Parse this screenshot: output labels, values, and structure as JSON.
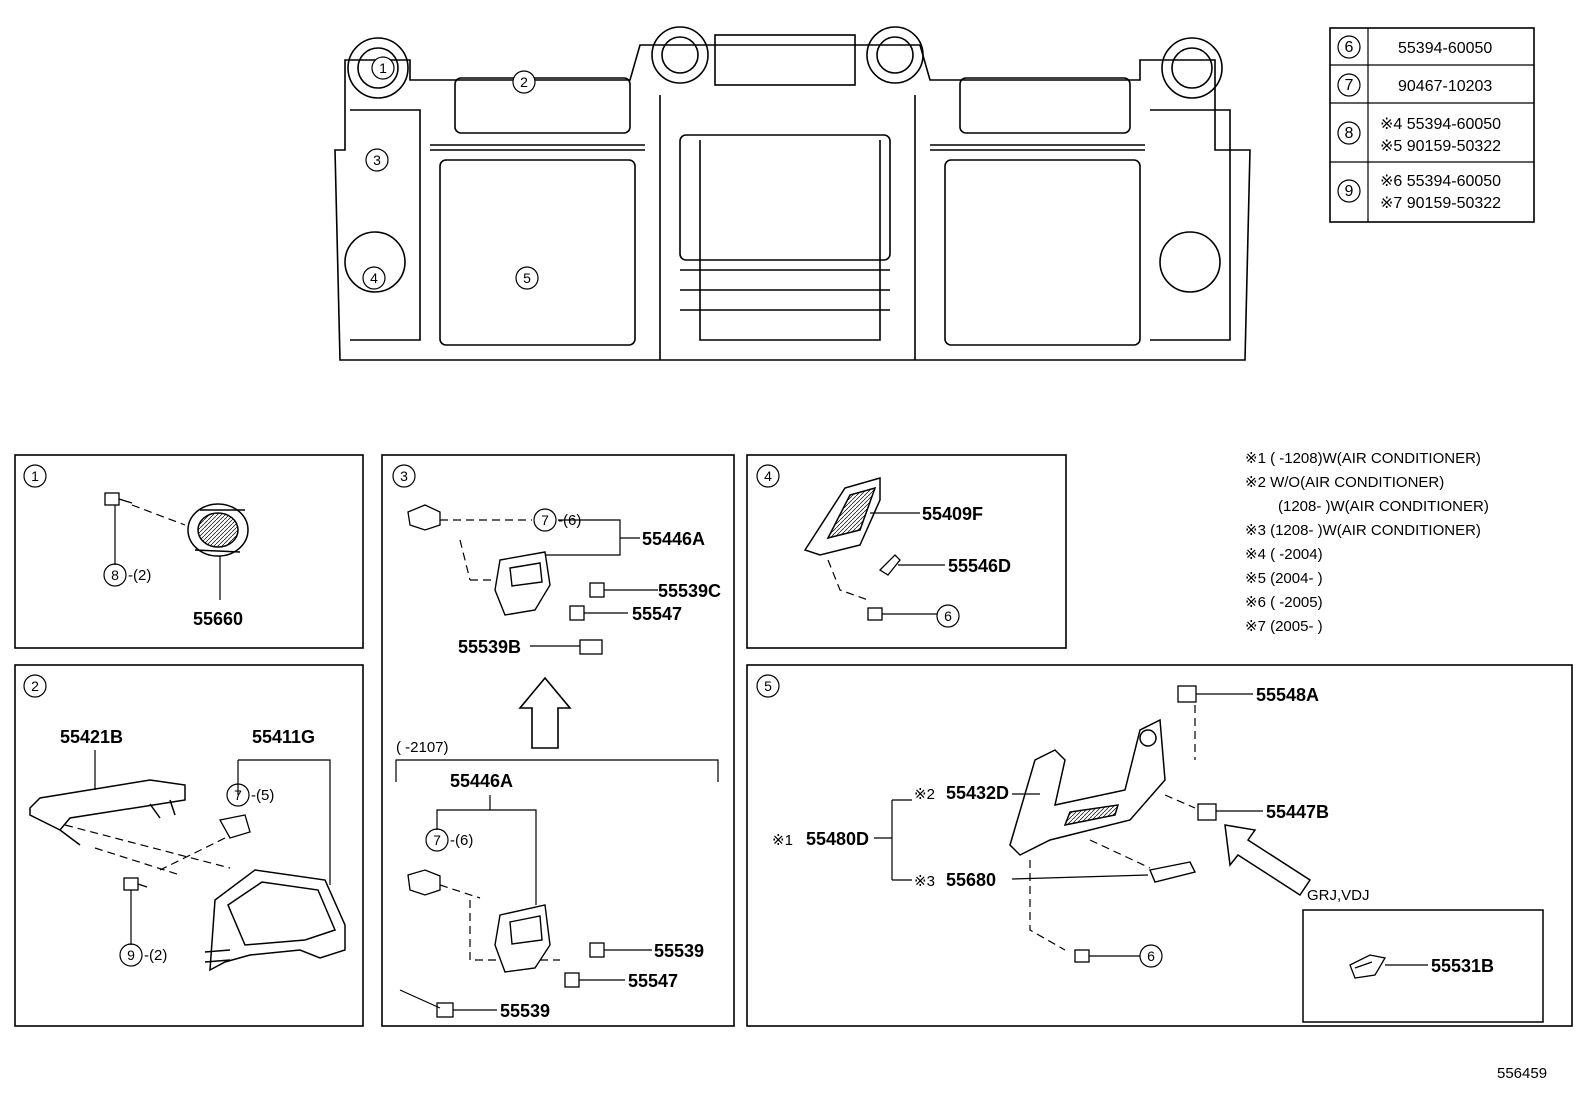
{
  "part_table": [
    {
      "ref": "6",
      "lines": [
        "55394-60050"
      ]
    },
    {
      "ref": "7",
      "lines": [
        "90467-10203"
      ]
    },
    {
      "ref": "8",
      "lines": [
        "※4 55394-60050",
        "※5 90159-50322"
      ]
    },
    {
      "ref": "9",
      "lines": [
        "※6 55394-60050",
        "※7 90159-50322"
      ]
    }
  ],
  "overview_callouts": [
    "1",
    "2",
    "3",
    "4",
    "5"
  ],
  "notes": [
    "※1 (      -1208)W(AIR CONDITIONER)",
    "※2 W/O(AIR CONDITIONER)",
    "(1208-       )W(AIR CONDITIONER)",
    "※3 (1208-       )W(AIR CONDITIONER)",
    "※4 (      -2004)",
    "※5 (2004-      )",
    "※6 (      -2005)",
    "※7 (2005-      )"
  ],
  "panel1": {
    "label": "1",
    "part": "55660",
    "callout": "8",
    "qty": "-(2)"
  },
  "panel2": {
    "label": "2",
    "part_a": "55421B",
    "part_b": "55411G",
    "callout_a": "7",
    "qty_a": "-(5)",
    "callout_b": "9",
    "qty_b": "-(2)"
  },
  "panel3": {
    "label": "3",
    "callout": "7",
    "qty": "-(6)",
    "upper": {
      "bracket": "55446A",
      "p1": "55539C",
      "p2": "55547",
      "p3": "55539B"
    },
    "lower_range": "(      -2107)",
    "lower": {
      "bracket": "55446A",
      "p1": "55539",
      "p2": "55547",
      "p3": "55539"
    }
  },
  "panel4": {
    "label": "4",
    "part_a": "55409F",
    "part_b": "55546D",
    "callout": "6"
  },
  "panel5": {
    "label": "5",
    "part_top": "55548A",
    "part_mid": "55432D",
    "mark_mid": "※2",
    "part_main": "55480D",
    "mark_main": "※1",
    "part_low": "55680",
    "mark_low": "※3",
    "part_right": "55447B",
    "callout": "6",
    "grade": "GRJ,VDJ",
    "inset_part": "55531B"
  },
  "footer_code": "556459"
}
